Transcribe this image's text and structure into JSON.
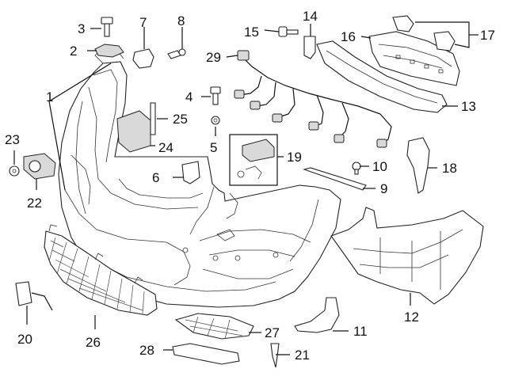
{
  "diagram": {
    "callouts": [
      {
        "id": "c1",
        "label": "1"
      },
      {
        "id": "c2",
        "label": "2"
      },
      {
        "id": "c3",
        "label": "3"
      },
      {
        "id": "c4",
        "label": "4"
      },
      {
        "id": "c5",
        "label": "5"
      },
      {
        "id": "c6",
        "label": "6"
      },
      {
        "id": "c7",
        "label": "7"
      },
      {
        "id": "c8",
        "label": "8"
      },
      {
        "id": "c9",
        "label": "9"
      },
      {
        "id": "c10",
        "label": "10"
      },
      {
        "id": "c11",
        "label": "11"
      },
      {
        "id": "c12",
        "label": "12"
      },
      {
        "id": "c13",
        "label": "13"
      },
      {
        "id": "c14",
        "label": "14"
      },
      {
        "id": "c15",
        "label": "15"
      },
      {
        "id": "c16",
        "label": "16"
      },
      {
        "id": "c17",
        "label": "17"
      },
      {
        "id": "c18",
        "label": "18"
      },
      {
        "id": "c19",
        "label": "19"
      },
      {
        "id": "c20",
        "label": "20"
      },
      {
        "id": "c21",
        "label": "21"
      },
      {
        "id": "c22",
        "label": "22"
      },
      {
        "id": "c23",
        "label": "23"
      },
      {
        "id": "c24",
        "label": "24"
      },
      {
        "id": "c25",
        "label": "25"
      },
      {
        "id": "c26",
        "label": "26"
      },
      {
        "id": "c27",
        "label": "27"
      },
      {
        "id": "c28",
        "label": "28"
      },
      {
        "id": "c29",
        "label": "29"
      }
    ]
  }
}
